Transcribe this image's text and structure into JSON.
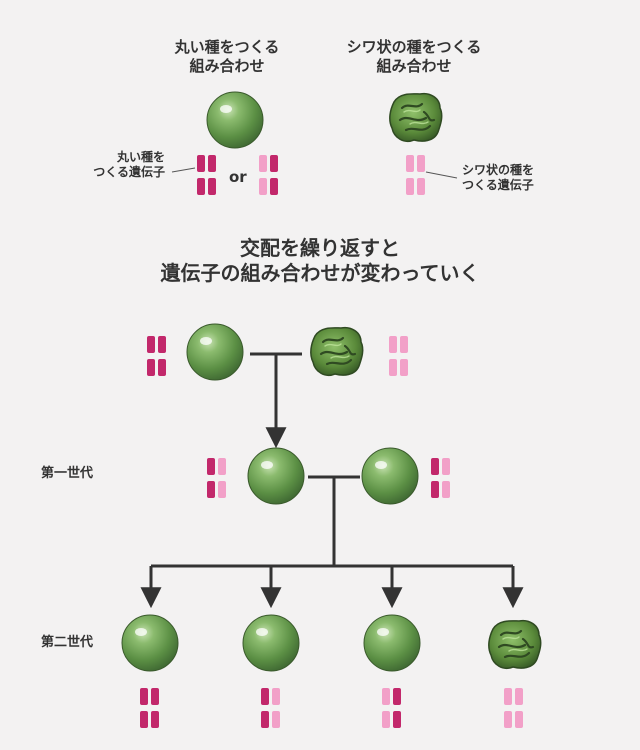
{
  "legend": {
    "round_heading": [
      "丸い種をつくる",
      "組み合わせ"
    ],
    "wrinkled_heading": [
      "シワ状の種をつくる",
      "組み合わせ"
    ],
    "round_gene_label": [
      "丸い種を",
      "つくる遺伝子"
    ],
    "wrinkled_gene_label": [
      "シワ状の種を",
      "つくる遺伝子"
    ],
    "or_text": "or"
  },
  "middle_heading": [
    "交配を繰り返すと",
    "遺伝子の組み合わせが変わっていく"
  ],
  "generations": {
    "first": "第一世代",
    "second": "第二世代"
  },
  "colors": {
    "dominant_gene": "#c2286b",
    "recessive_gene": "#f2a0c8",
    "pea_green": "#6aa150",
    "line": "#333333",
    "background": "#f3f2f2"
  }
}
